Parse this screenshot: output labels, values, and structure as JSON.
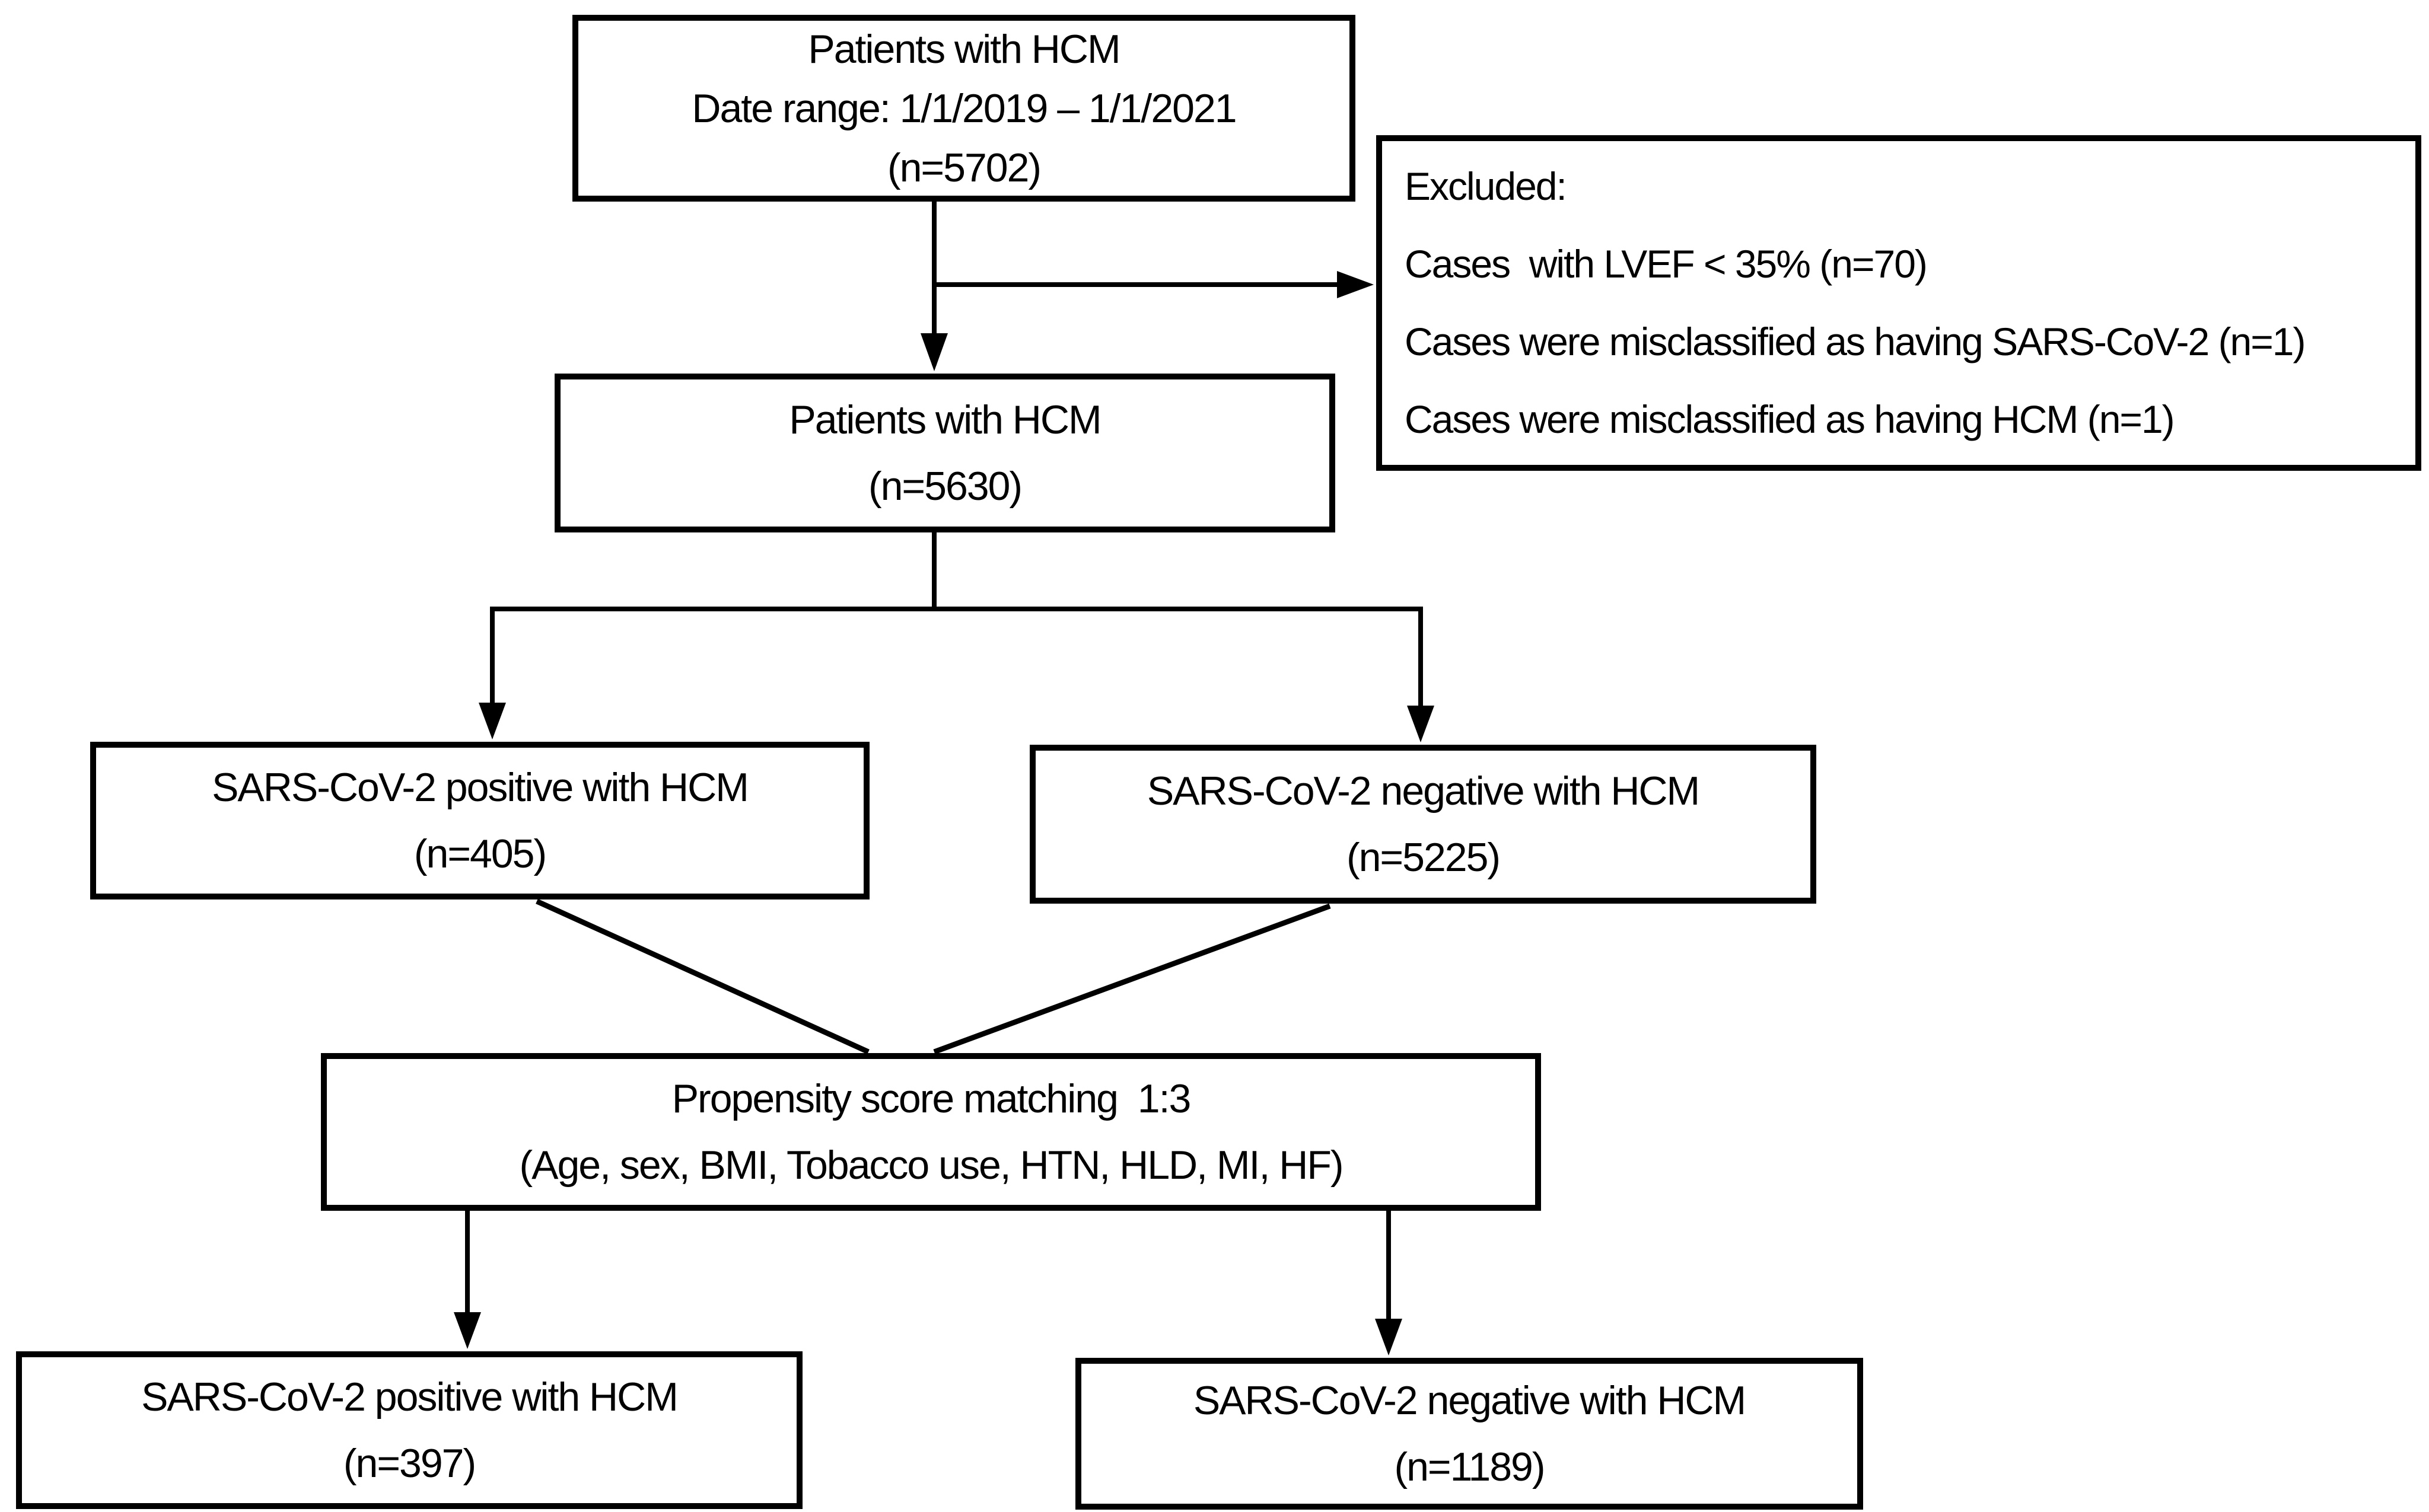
{
  "diagram": {
    "kind": "patient-flow-chart",
    "boxes": {
      "initial": {
        "line1": "Patients with HCM",
        "line2": "Date range: 1/1/2019 – 1/1/2021",
        "line3": "(n=5702)"
      },
      "excluded": {
        "line1": "Excluded:",
        "line2": "Cases  with LVEF < 35% (n=70)",
        "line3": "Cases were misclassified as having SARS-CoV-2 (n=1)",
        "line4": "Cases were misclassified as having HCM (n=1)"
      },
      "eligible": {
        "line1": "Patients with HCM",
        "line2": "(n=5630)"
      },
      "positive": {
        "line1": "SARS-CoV-2 positive with HCM",
        "line2": "(n=405)"
      },
      "negative": {
        "line1": "SARS-CoV-2 negative with HCM",
        "line2": "(n=5225)"
      },
      "matching": {
        "line1": "Propensity score matching  1:3",
        "line2": "(Age, sex, BMI, Tobacco use, HTN, HLD, MI, HF)"
      },
      "matched_positive": {
        "line1": "SARS-CoV-2 positive with HCM",
        "line2": "(n=397)"
      },
      "matched_negative": {
        "line1": "SARS-CoV-2 negative with HCM",
        "line2": "(n=1189)"
      }
    },
    "edges": [
      {
        "from": "initial",
        "to": "eligible",
        "arrowhead": true
      },
      {
        "from": "initial",
        "to": "excluded",
        "arrowhead": true
      },
      {
        "from": "eligible",
        "to": "positive",
        "arrowhead": true
      },
      {
        "from": "eligible",
        "to": "negative",
        "arrowhead": true
      },
      {
        "from": "positive",
        "to": "matching",
        "arrowhead": false
      },
      {
        "from": "negative",
        "to": "matching",
        "arrowhead": false
      },
      {
        "from": "matching",
        "to": "matched_positive",
        "arrowhead": true
      },
      {
        "from": "matching",
        "to": "matched_negative",
        "arrowhead": true
      }
    ],
    "colors": {
      "line": "#000000",
      "text": "#000000",
      "box_background": "#ffffff",
      "page_background": "#ffffff"
    }
  }
}
